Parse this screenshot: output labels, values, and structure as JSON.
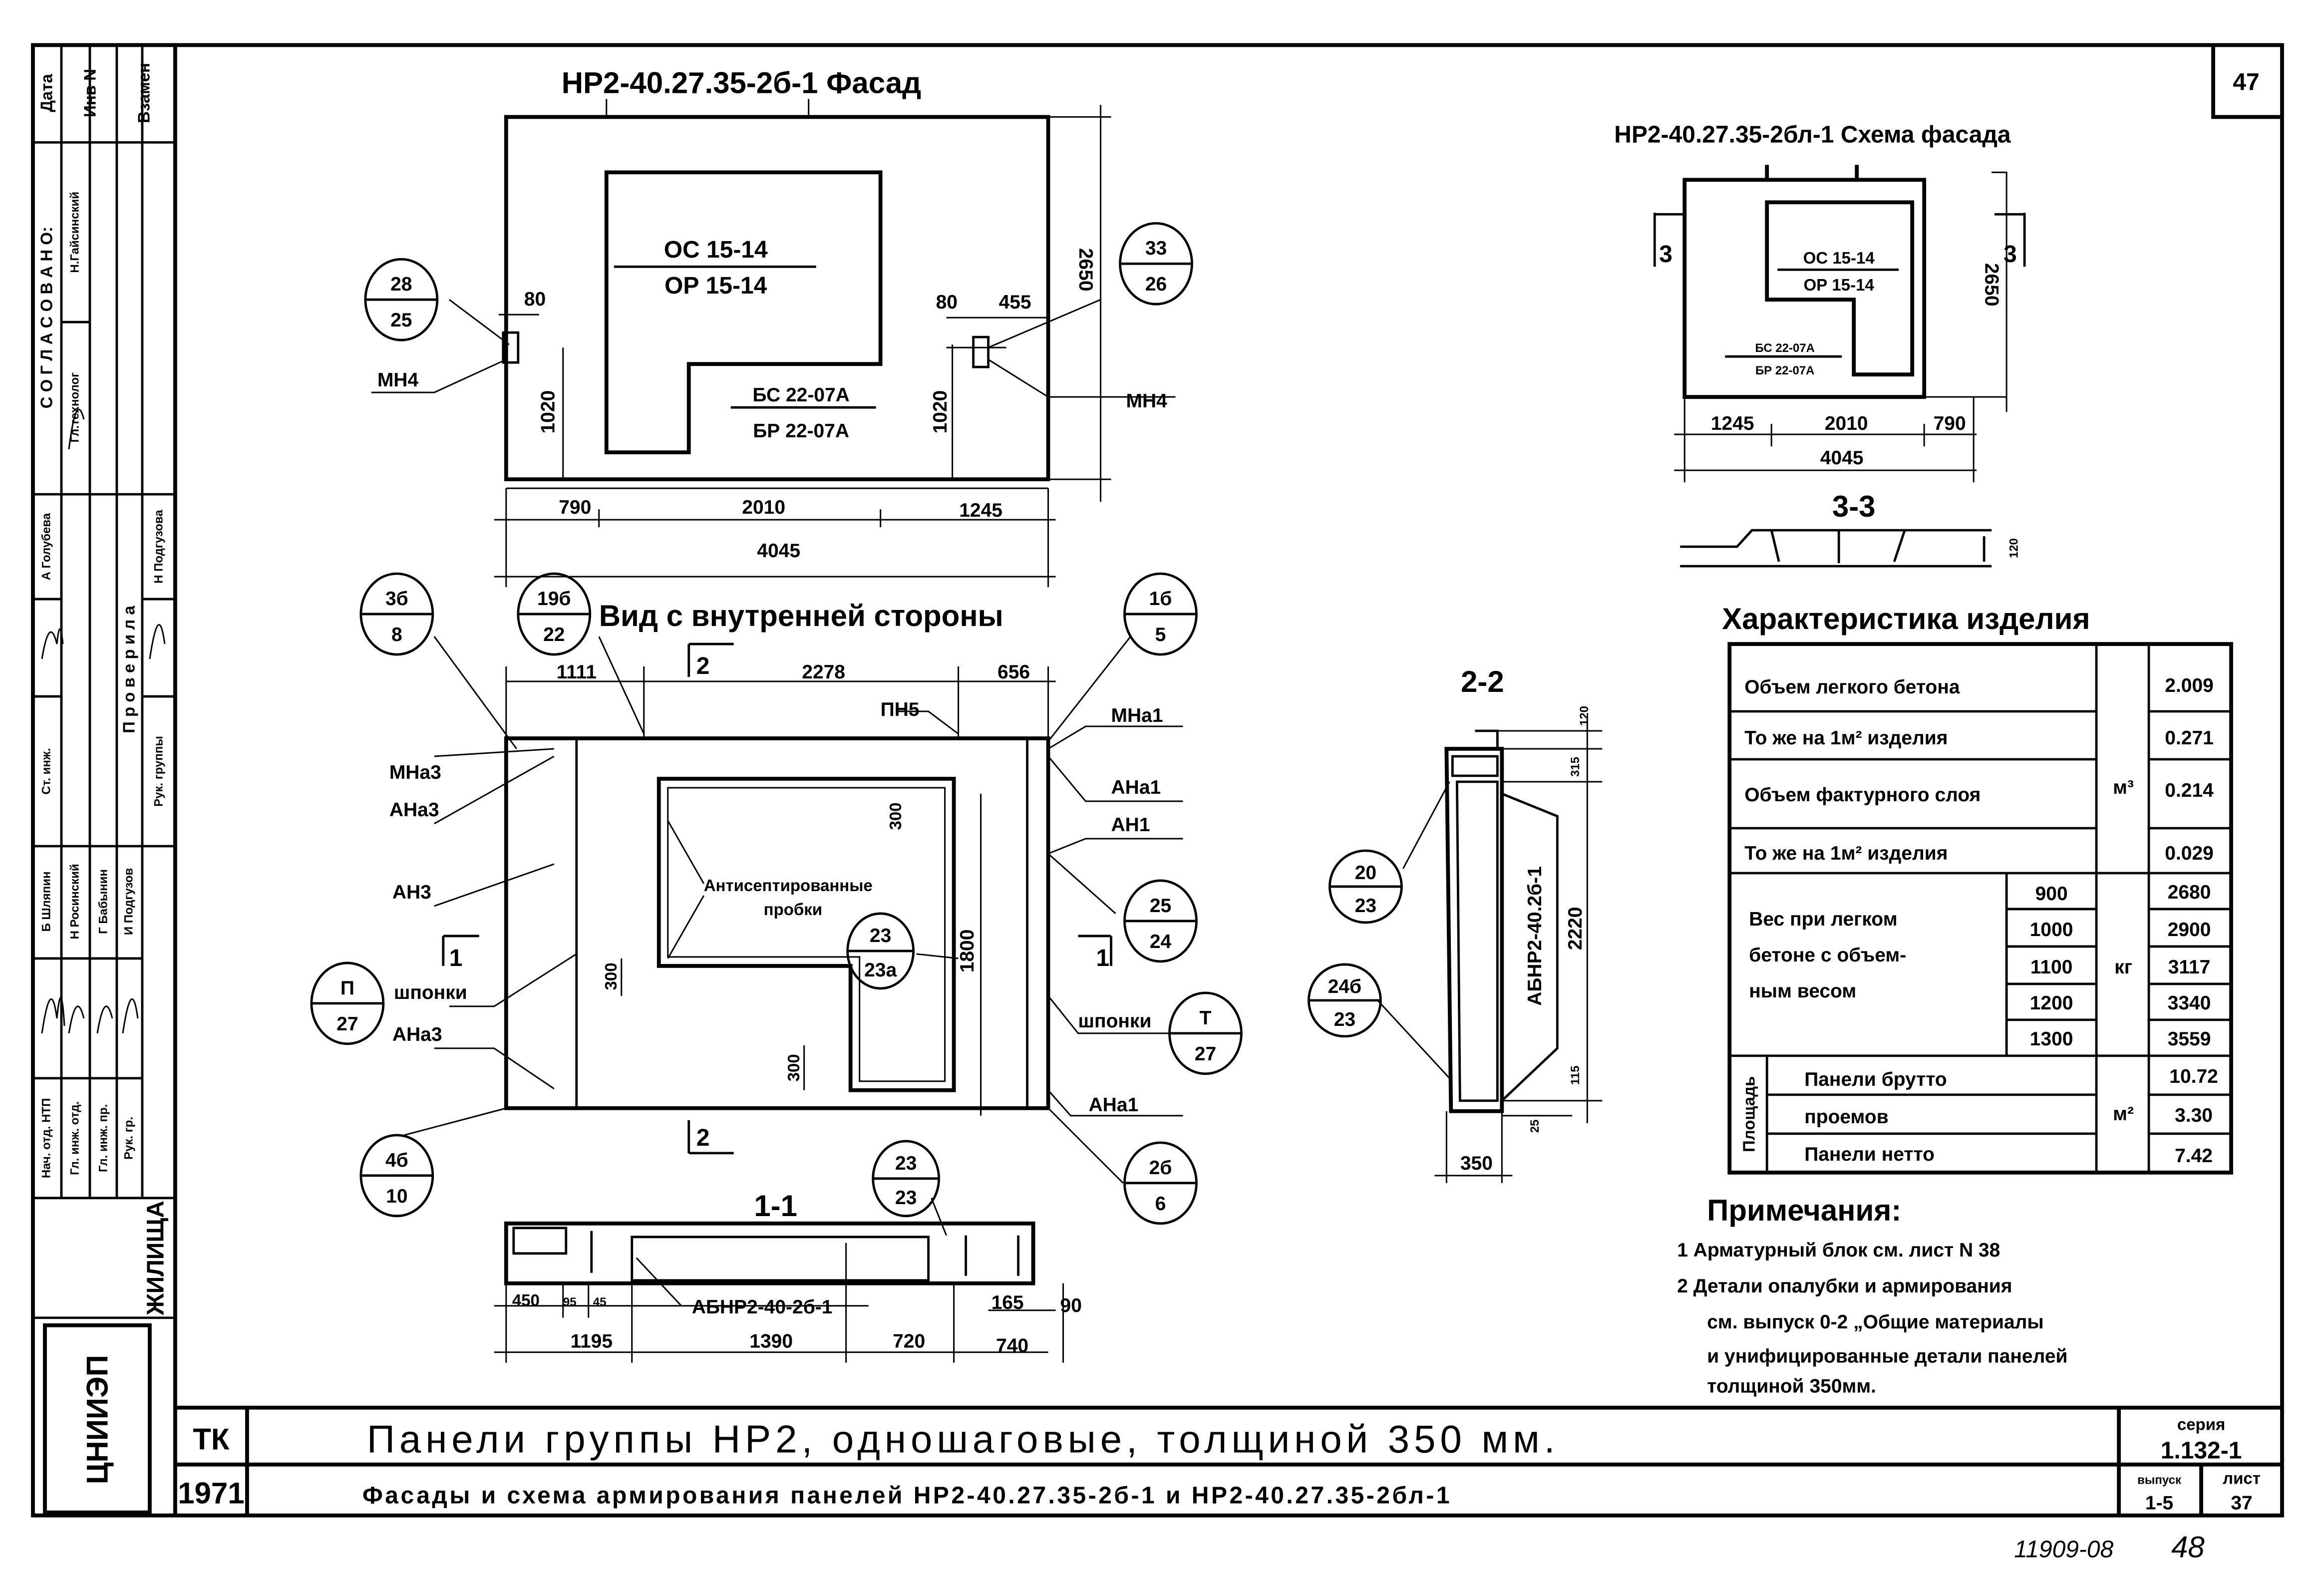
{
  "sheet_number": "47",
  "facade": {
    "title": "НР2-40.27.35-2б-1 Фасад",
    "window_top": "ОС 15-14",
    "window_bottom": "ОР 15-14",
    "door_top": "БС 22-07А",
    "door_bottom": "БР 22-07А",
    "callout_left": {
      "top": "28",
      "bottom": "25"
    },
    "callout_right": {
      "top": "33",
      "bottom": "26"
    },
    "label_left": "МН4",
    "label_right": "МН4",
    "dims": {
      "d80_left": "80",
      "d80_right": "80",
      "d455": "455",
      "h1020_left": "1020",
      "h1020_right": "1020",
      "h2650": "2650",
      "w790": "790",
      "w2010": "2010",
      "w1245": "1245",
      "w4045": "4045"
    }
  },
  "inner_view": {
    "title": "Вид с внутренней стороны",
    "callouts": {
      "c3b": {
        "top": "3б",
        "bottom": "8"
      },
      "c19b": {
        "top": "19б",
        "bottom": "22"
      },
      "c1b": {
        "top": "1б",
        "bottom": "5"
      },
      "c25": {
        "top": "25",
        "bottom": "24"
      },
      "cT": {
        "top": "Т",
        "bottom": "27"
      },
      "cP": {
        "top": "П",
        "bottom": "27"
      },
      "c4b": {
        "top": "4б",
        "bottom": "10"
      },
      "c2b": {
        "top": "2б",
        "bottom": "6"
      },
      "c23a": {
        "top": "23",
        "bottom": "23а"
      }
    },
    "labels": {
      "mna3": "МНа3",
      "ana3_top": "АНа3",
      "an3": "АН3",
      "shponki_left": "шпонки",
      "ana3_bottom": "АНа3",
      "mna1": "МНа1",
      "ana1_top": "АНа1",
      "an1": "АН1",
      "shponki_right": "шпонки",
      "ana1_bottom": "АНа1",
      "pn5": "ПН5",
      "antiseptic_1": "Антисептированные",
      "antiseptic_2": "пробки"
    },
    "dims": {
      "w1111": "1111",
      "w2278": "2278",
      "w656": "656",
      "h1800": "1800",
      "h300_a": "300",
      "h300_b": "300",
      "h300_c": "300"
    },
    "section_marks": {
      "s2": "2",
      "s1": "1"
    }
  },
  "section_1_1": {
    "title": "1-1",
    "callout": {
      "top": "23",
      "bottom": "23"
    },
    "label": "АБНР2-40-2б-1",
    "dims": {
      "d450": "450",
      "d95": "95",
      "d45": "45",
      "d165": "165",
      "d90": "90",
      "d1195": "1195",
      "d1390": "1390",
      "d720": "720",
      "d740": "740"
    }
  },
  "section_2_2": {
    "title": "2-2",
    "callout_top": {
      "top": "20",
      "bottom": "23"
    },
    "callout_bottom": {
      "top": "24б",
      "bottom": "23"
    },
    "label": "АБНР2-40.2б-1",
    "dims": {
      "d120": "120",
      "d315": "315",
      "d2220": "2220",
      "d115": "115",
      "d25": "25",
      "d350": "350"
    }
  },
  "schema": {
    "title": "НР2-40.27.35-2бл-1 Схема фасада",
    "window_top": "ОС 15-14",
    "window_bottom": "ОР 15-14",
    "door_top": "БС 22-07А",
    "door_bottom": "БР 22-07А",
    "dims": {
      "w1245": "1245",
      "w2010": "2010",
      "w790": "790",
      "w4045": "4045",
      "h2650": "2650",
      "d120": "120"
    },
    "section_title": "3-3",
    "section_mark": "3"
  },
  "characteristics": {
    "title": "Характеристика изделия",
    "rows": [
      {
        "label": "Объем легкого бетона",
        "value": "2.009"
      },
      {
        "label": "То же на 1м² изделия",
        "value": "0.271"
      },
      {
        "label": "Объем фактурного слоя",
        "value": "0.214"
      },
      {
        "label": "То же на 1м² изделия",
        "value": "0.029"
      }
    ],
    "volume_unit": "м³",
    "weight_label": [
      "Вес при легком",
      "бетоне с объем-",
      "ным весом"
    ],
    "weight_unit": "кг",
    "weights": [
      {
        "density": "900",
        "value": "2680"
      },
      {
        "density": "1000",
        "value": "2900"
      },
      {
        "density": "1100",
        "value": "3117"
      },
      {
        "density": "1200",
        "value": "3340"
      },
      {
        "density": "1300",
        "value": "3559"
      }
    ],
    "area_label": "Площадь",
    "area_unit": "м²",
    "areas": [
      {
        "label": "Панели брутто",
        "value": "10.72"
      },
      {
        "label": "проемов",
        "value": "3.30"
      },
      {
        "label": "Панели нетто",
        "value": "7.42"
      }
    ]
  },
  "notes": {
    "title": "Примечания:",
    "lines": [
      "1 Арматурный блок см. лист N 38",
      "2 Детали опалубки и армирования",
      "см. выпуск 0-2 „Общие материалы",
      "и унифицированные детали панелей",
      "толщиной 350мм."
    ]
  },
  "title_block": {
    "code": "ТК",
    "year": "1971",
    "title_1": "Панели группы НР2, одношаговые, толщиной 350 мм.",
    "title_2": "Фасады и схема армирования панелей НР2-40.27.35-2б-1 и НР2-40.27.35-2бл-1",
    "series_label": "серия",
    "series": "1.132-1",
    "issue_label": "выпуск",
    "issue": "1-5",
    "sheet_label": "лист",
    "sheet": "37"
  },
  "stamp": {
    "date": "Дата",
    "inv": "Инв N",
    "replace": "Взамен",
    "agreed": "С О Г Л А С О В А Н О:",
    "agreed_names": [
      "Н.Гайсинский",
      "Гл.технолог"
    ],
    "checked": "П р о в е р и л а",
    "rows": [
      {
        "role": "Ст. инж.",
        "name": "А Голубева"
      },
      {
        "role": "Рук. группы",
        "name": "Н Подгузова"
      },
      {
        "role": "Нач. отд. НТП",
        "name": "Б Шляпин"
      },
      {
        "role": "Гл. инж. отд.",
        "name": "Н Росинский"
      },
      {
        "role": "Гл. инж. пр.",
        "name": "Г Бабынин"
      },
      {
        "role": "Рук. гр.",
        "name": "И Подгузов"
      }
    ],
    "org": "ЖИЛИЩА",
    "logo": "ЦНИИЭП"
  },
  "footer": {
    "archive_number": "11909-08",
    "page": "48"
  }
}
